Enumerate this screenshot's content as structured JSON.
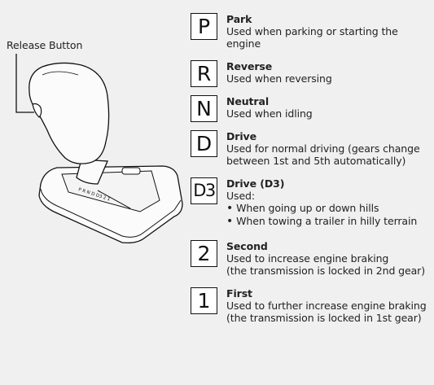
{
  "release_label": "Release Button",
  "gears": [
    {
      "symbol": "P",
      "title": "Park",
      "lines": [
        "Used when parking or starting the",
        "engine"
      ],
      "bullets": []
    },
    {
      "symbol": "R",
      "title": "Reverse",
      "lines": [
        "Used when reversing"
      ],
      "bullets": []
    },
    {
      "symbol": "N",
      "title": "Neutral",
      "lines": [
        "Used when idling"
      ],
      "bullets": []
    },
    {
      "symbol": "D",
      "title": "Drive",
      "lines": [
        "Used for normal driving (gears change",
        "between 1st and 5th automatically)"
      ],
      "bullets": []
    },
    {
      "symbol": "D3",
      "title": "Drive (D3)",
      "lines": [
        "Used:"
      ],
      "bullets": [
        "When going up or down hills",
        "When towing a trailer in hilly terrain"
      ]
    },
    {
      "symbol": "2",
      "title": "Second",
      "lines": [
        "Used to increase engine braking",
        "(the transmission is locked in 2nd gear)"
      ],
      "bullets": []
    },
    {
      "symbol": "1",
      "title": "First",
      "lines": [
        "Used to further increase engine braking",
        "(the transmission is locked in 1st gear)"
      ],
      "bullets": []
    }
  ],
  "gate_markings": "P R N D D3 2 1"
}
